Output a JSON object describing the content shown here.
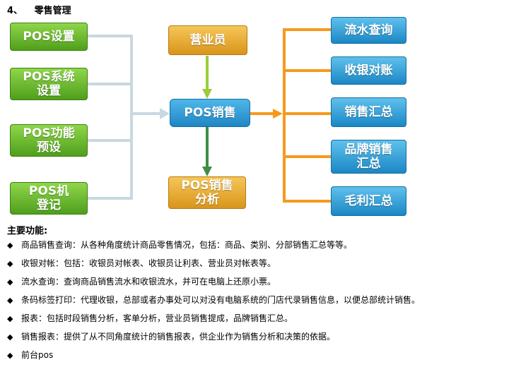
{
  "heading": {
    "number": "4、",
    "title": "零售管理"
  },
  "left_boxes": [
    "POS设置",
    "POS系统\n设置",
    "POS功能\n预设",
    "POS机\n登记"
  ],
  "top_box": "营业员",
  "center_box": "POS销售",
  "bottom_box": "POS销售\n分析",
  "right_boxes": [
    "流水查询",
    "收银对账",
    "销售汇总",
    "品牌销售\n汇总",
    "毛利汇总"
  ],
  "colors": {
    "left": "#5aa823",
    "orange": "#e3a22a",
    "blue": "#2a95d0",
    "connector_gray": "#c8d8e0",
    "arrow_green": "#9ccc3c",
    "arrow_dark_green": "#3e8e46",
    "arrow_orange": "#f59a1c"
  },
  "section_title": "主要功能:",
  "bullet_icon": "diamond-bullet-icon",
  "bullets": [
    "商品销售查询：从各种角度统计商品零售情况，包括：商品、类别、分部销售汇总等等。",
    "收银对帐：包括：收银员对帐表、收银员让利表、营业员对帐表等。",
    "流水查询：查询商品销售流水和收银流水，并可在电脑上还原小票。",
    "条码标签打印：代理收银，总部或者办事处可以对没有电脑系统的门店代录销售信息，以便总部统计销售。",
    "报表：包括时段销售分析，客单分析，营业员销售提成，品牌销售汇总。",
    "销售报表：提供了从不同角度统计的销售报表，供企业作为销售分析和决策的依据。",
    "前台pos"
  ]
}
